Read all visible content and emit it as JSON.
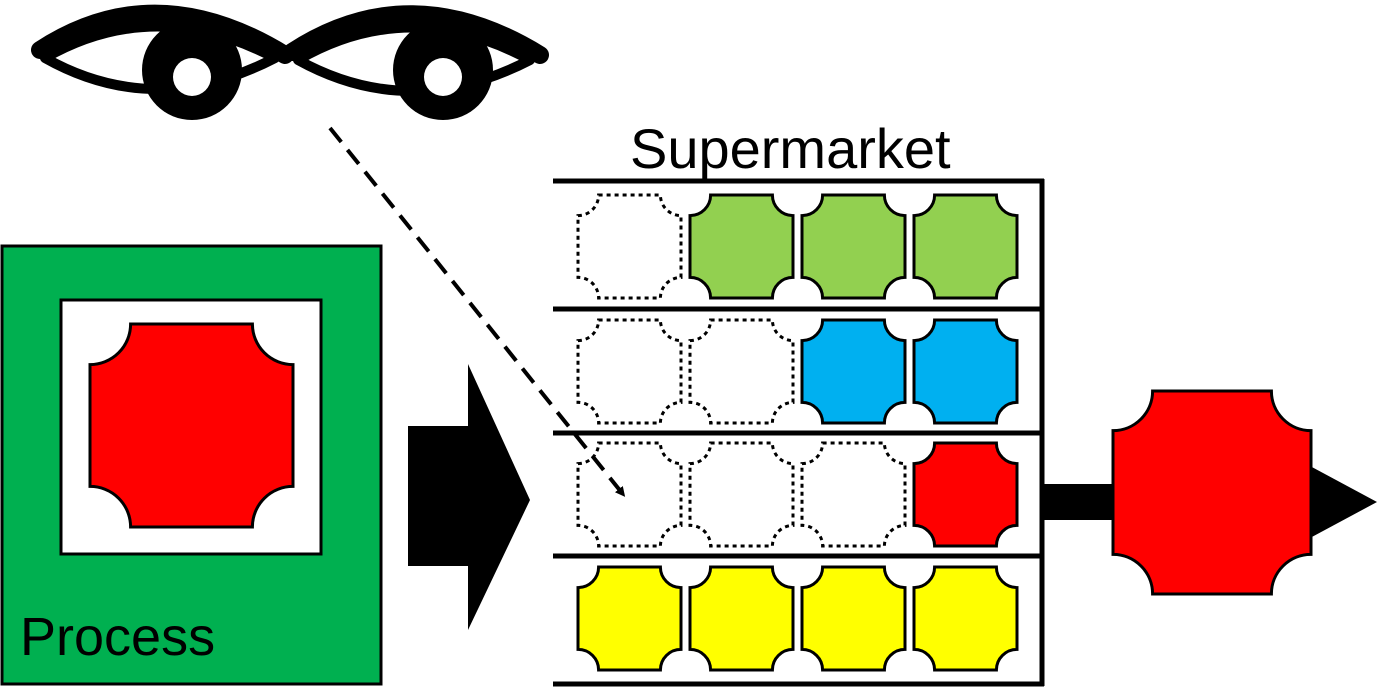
{
  "labels": {
    "process": "Process",
    "supermarket": "Supermarket"
  },
  "icons": {
    "eyes": "eyes-icon",
    "part": "part-icon",
    "push_arrow": "arrow-right-icon",
    "withdrawal_arrow": "arrow-right-icon"
  },
  "colors": {
    "process_box": "#00b050",
    "red_part": "#ff0000",
    "green_part": "#92d050",
    "blue_part": "#00b0f0",
    "yellow_part": "#ffff00",
    "outline": "#000000"
  },
  "process": {
    "current_part_color": "red"
  },
  "supermarket": {
    "rows": [
      {
        "lane": "green",
        "slots": [
          "empty",
          "green",
          "green",
          "green"
        ]
      },
      {
        "lane": "blue",
        "slots": [
          "empty",
          "empty",
          "blue",
          "blue"
        ]
      },
      {
        "lane": "red",
        "slots": [
          "empty",
          "empty",
          "empty",
          "red"
        ]
      },
      {
        "lane": "yellow",
        "slots": [
          "yellow",
          "yellow",
          "yellow",
          "yellow"
        ]
      }
    ]
  },
  "output": {
    "part_color": "red"
  }
}
